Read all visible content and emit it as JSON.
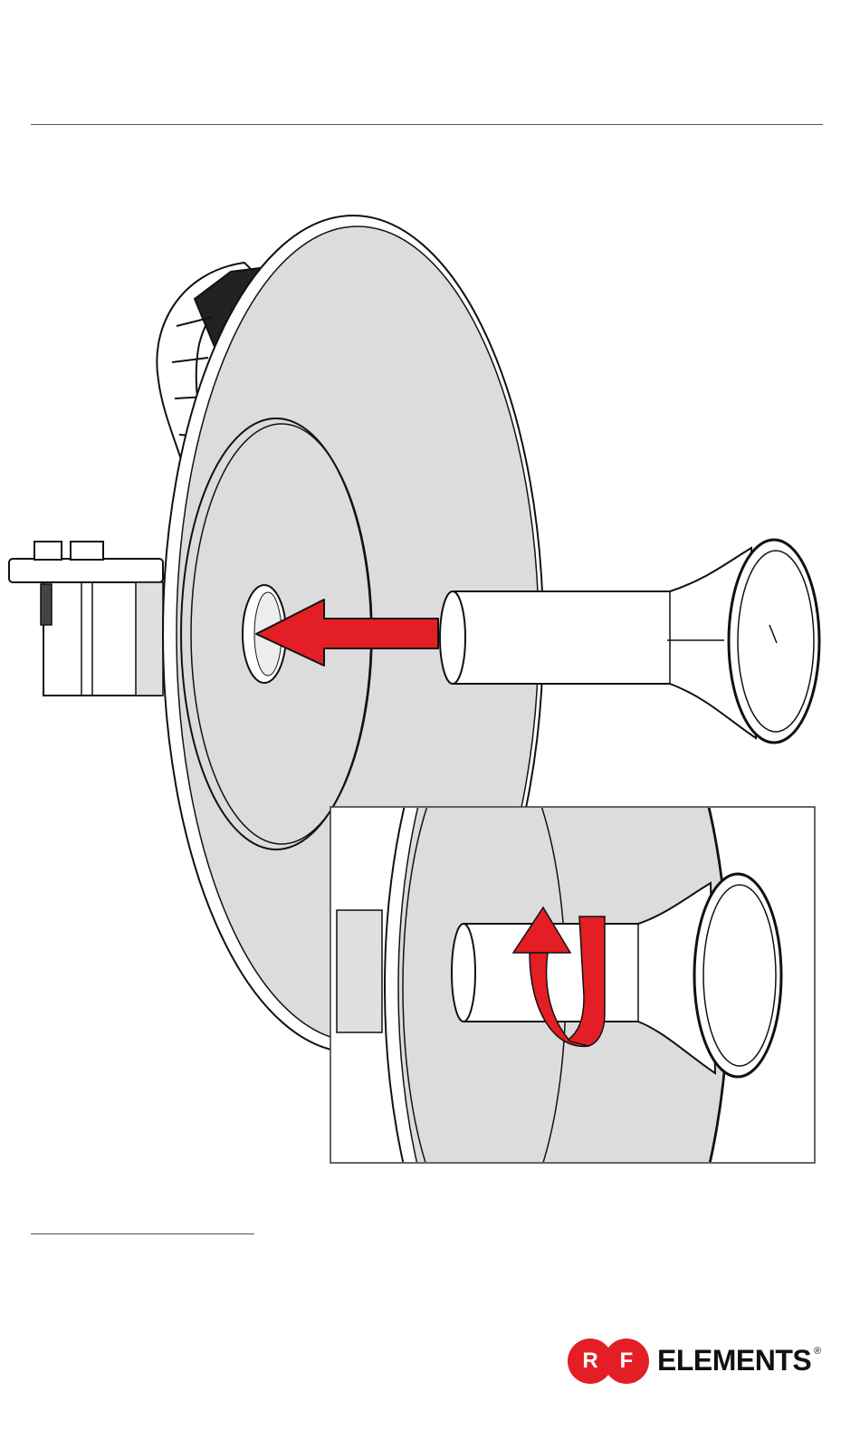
{
  "brand": {
    "letter_left": "R",
    "letter_right": "F",
    "wordmark": "ELEMENTS",
    "registered": "®",
    "color": "#e31e24"
  },
  "figure": {
    "arrow_main_icon": "insert-arrow-icon",
    "arrow_rotate_icon": "rotate-arrow-icon",
    "arrow_color": "#e31e24",
    "dish_fill": "#dcdcdc"
  }
}
